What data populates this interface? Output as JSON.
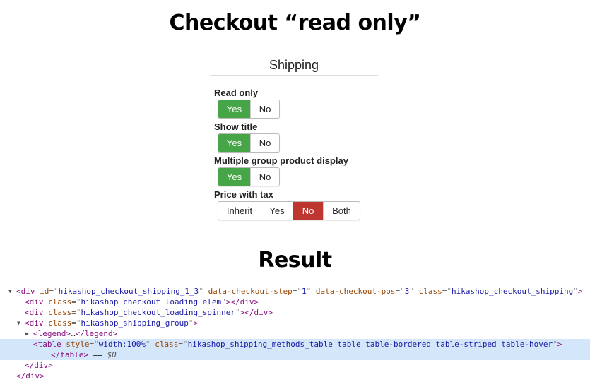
{
  "heading": "Checkout “read only”",
  "result_heading": "Result",
  "panel": {
    "title": "Shipping",
    "fields": [
      {
        "label": "Read only",
        "options": [
          "Yes",
          "No"
        ],
        "selected": "Yes",
        "selected_color": "#46a546"
      },
      {
        "label": "Show title",
        "options": [
          "Yes",
          "No"
        ],
        "selected": "Yes",
        "selected_color": "#46a546"
      },
      {
        "label": "Multiple group product display",
        "options": [
          "Yes",
          "No"
        ],
        "selected": "Yes",
        "selected_color": "#46a546"
      },
      {
        "label": "Price with tax",
        "options": [
          "Inherit",
          "Yes",
          "No",
          "Both"
        ],
        "selected": "No",
        "selected_color": "#bd362f"
      }
    ]
  },
  "code_lines": [
    {
      "indent": 0,
      "arrow": "",
      "tokens": []
    },
    {
      "indent": 0,
      "arrow": "open",
      "tokens": [
        [
          "tag",
          "<div "
        ],
        [
          "attr",
          "id"
        ],
        [
          "eq",
          "="
        ],
        [
          "q",
          "\""
        ],
        [
          "val",
          "hikashop_checkout_shipping_1_3"
        ],
        [
          "q",
          "\""
        ],
        [
          "plain",
          " "
        ],
        [
          "attr",
          "data-checkout-step"
        ],
        [
          "eq",
          "="
        ],
        [
          "q",
          "\""
        ],
        [
          "val",
          "1"
        ],
        [
          "q",
          "\""
        ],
        [
          "plain",
          " "
        ],
        [
          "attr",
          "data-checkout-pos"
        ],
        [
          "eq",
          "="
        ],
        [
          "q",
          "\""
        ],
        [
          "val",
          "3"
        ],
        [
          "q",
          "\""
        ],
        [
          "plain",
          " "
        ],
        [
          "attr",
          "class"
        ],
        [
          "eq",
          "="
        ],
        [
          "q",
          "\""
        ],
        [
          "val",
          "hikashop_checkout_shipping"
        ],
        [
          "q",
          "\""
        ],
        [
          "tag",
          ">"
        ]
      ]
    },
    {
      "indent": 1,
      "arrow": "",
      "tokens": [
        [
          "tag",
          "<div "
        ],
        [
          "attr",
          "class"
        ],
        [
          "eq",
          "="
        ],
        [
          "q",
          "\""
        ],
        [
          "val",
          "hikashop_checkout_loading_elem"
        ],
        [
          "q",
          "\""
        ],
        [
          "tag",
          "></div>"
        ]
      ]
    },
    {
      "indent": 1,
      "arrow": "",
      "tokens": [
        [
          "tag",
          "<div "
        ],
        [
          "attr",
          "class"
        ],
        [
          "eq",
          "="
        ],
        [
          "q",
          "\""
        ],
        [
          "val",
          "hikashop_checkout_loading_spinner"
        ],
        [
          "q",
          "\""
        ],
        [
          "tag",
          "></div>"
        ]
      ]
    },
    {
      "indent": 1,
      "arrow": "open",
      "tokens": [
        [
          "tag",
          "<div "
        ],
        [
          "attr",
          "class"
        ],
        [
          "eq",
          "="
        ],
        [
          "q",
          "\""
        ],
        [
          "val",
          "hikashop_shipping_group"
        ],
        [
          "q",
          "\""
        ],
        [
          "tag",
          ">"
        ]
      ]
    },
    {
      "indent": 2,
      "arrow": "closed",
      "tokens": [
        [
          "tag",
          "<legend>"
        ],
        [
          "plain",
          "…"
        ],
        [
          "tag",
          "</legend>"
        ]
      ]
    },
    {
      "indent": 2,
      "arrow": "",
      "selected": true,
      "tokens": [
        [
          "tag",
          "<table "
        ],
        [
          "attr",
          "style"
        ],
        [
          "eq",
          "="
        ],
        [
          "q",
          "\""
        ],
        [
          "val",
          "width:100%"
        ],
        [
          "q",
          "\""
        ],
        [
          "plain",
          " "
        ],
        [
          "attr",
          "class"
        ],
        [
          "eq",
          "="
        ],
        [
          "q",
          "\""
        ],
        [
          "val",
          "hikashop_shipping_methods_table table table-bordered table-striped table-hover"
        ],
        [
          "q",
          "\""
        ],
        [
          "tag",
          ">"
        ]
      ]
    },
    {
      "indent": 4,
      "arrow": "",
      "selected": true,
      "tokens": [
        [
          "tag",
          "</table>"
        ],
        [
          "plain",
          " == "
        ],
        [
          "dollar",
          "$0"
        ]
      ]
    },
    {
      "indent": 1,
      "arrow": "",
      "tokens": [
        [
          "tag",
          "</div>"
        ]
      ]
    },
    {
      "indent": 0,
      "arrow": "",
      "tokens": [
        [
          "tag",
          "</div>"
        ]
      ]
    }
  ]
}
